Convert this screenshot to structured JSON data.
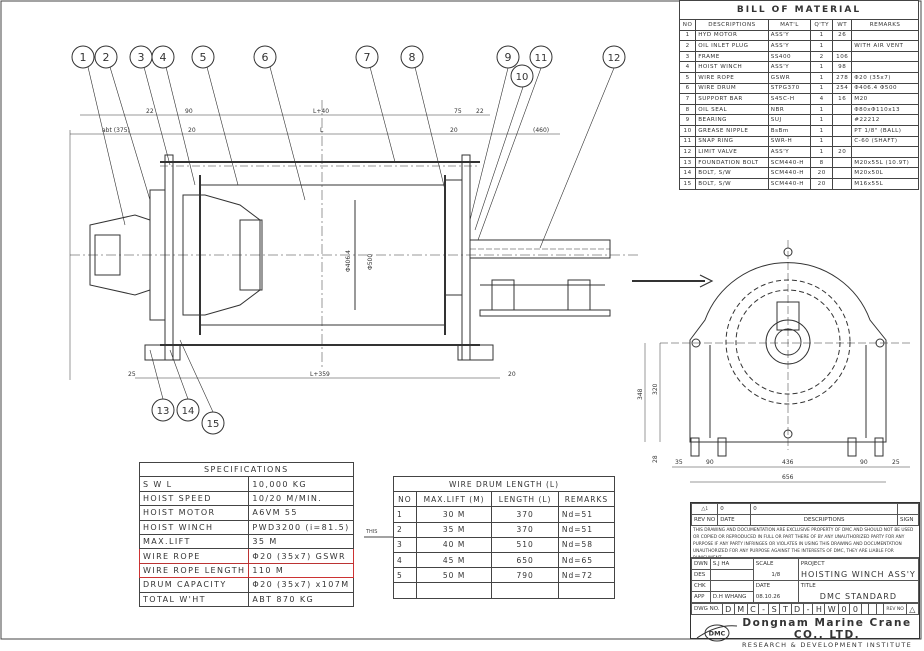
{
  "bom": {
    "title": "BILL OF MATERIAL",
    "headers": [
      "NO",
      "DESCRIPTIONS",
      "MAT'L",
      "Q'TY",
      "WT",
      "REMARKS"
    ],
    "rows": [
      [
        "1",
        "HYD MOTOR",
        "ASS'Y",
        "1",
        "26",
        ""
      ],
      [
        "2",
        "OIL INLET PLUG",
        "ASS'Y",
        "1",
        "",
        "WITH AIR VENT"
      ],
      [
        "3",
        "FRAME",
        "SS400",
        "2",
        "106",
        ""
      ],
      [
        "4",
        "HOIST WINCH",
        "ASS'Y",
        "1",
        "98",
        ""
      ],
      [
        "5",
        "WIRE ROPE",
        "GSWR",
        "1",
        "278",
        "Φ20 (35x7)"
      ],
      [
        "6",
        "WIRE DRUM",
        "STPG370",
        "1",
        "254",
        "Φ406.4 Φ500"
      ],
      [
        "7",
        "SUPPORT BAR",
        "S45C-H",
        "4",
        "16",
        "M20"
      ],
      [
        "8",
        "OIL SEAL",
        "NBR",
        "1",
        "",
        "Φ80xΦ110x13"
      ],
      [
        "9",
        "BEARING",
        "SUJ",
        "1",
        "",
        "#22212"
      ],
      [
        "10",
        "GREASE NIPPLE",
        "BsBm",
        "1",
        "",
        "PT 1/8\" (BALL)"
      ],
      [
        "11",
        "SNAP RING",
        "SWR-H",
        "1",
        "",
        "C-60 (SHAFT)"
      ],
      [
        "12",
        "LIMIT VALVE",
        "ASS'Y",
        "1",
        "20",
        ""
      ],
      [
        "13",
        "FOUNDATION BOLT",
        "SCM440-H",
        "8",
        "",
        "M20x55L (10.9T)"
      ],
      [
        "14",
        "BOLT, S/W",
        "SCM440-H",
        "20",
        "",
        "M20x50L"
      ],
      [
        "15",
        "BOLT, S/W",
        "SCM440-H",
        "20",
        "",
        "M16x55L"
      ]
    ]
  },
  "specifications": {
    "title": "SPECIFICATIONS",
    "rows": [
      {
        "label": "S W L",
        "value": "10,000 KG"
      },
      {
        "label": "HOIST SPEED",
        "value": "10/20 M/MIN."
      },
      {
        "label": "HOIST MOTOR",
        "value": "A6VM 55"
      },
      {
        "label": "HOIST WINCH",
        "value": "PWD3200  (i=81.5)"
      },
      {
        "label": "MAX.LIFT",
        "value": "35 M"
      },
      {
        "label": "WIRE ROPE",
        "value": "Φ20 (35x7)  GSWR"
      },
      {
        "label": "WIRE ROPE LENGTH",
        "value": "110 M"
      },
      {
        "label": "DRUM CAPACITY",
        "value": "Φ20 (35x7) x107M"
      },
      {
        "label": "TOTAL W'HT",
        "value": "ABT 870 KG"
      }
    ],
    "highlight_color": "#c33333"
  },
  "wire_drum_length": {
    "title": "WIRE DRUM LENGTH  (L)",
    "headers": [
      "NO",
      "MAX.LIFT  (M)",
      "LENGTH  (L)",
      "REMARKS"
    ],
    "rows": [
      [
        "1",
        "30 M",
        "370",
        "Nd=51"
      ],
      [
        "2",
        "35 M",
        "370",
        "Nd=51"
      ],
      [
        "3",
        "40 M",
        "510",
        "Nd=58"
      ],
      [
        "4",
        "45 M",
        "650",
        "Nd=65"
      ],
      [
        "5",
        "50 M",
        "790",
        "Nd=72"
      ]
    ],
    "this_label": "THIS"
  },
  "title_block": {
    "rev_no": "0",
    "rev_date": "0",
    "rev_mark": "1",
    "rev_headers": [
      "REV NO",
      "DATE",
      "DESCRIPTIONS",
      "SIGN"
    ],
    "notice": "THIS DRAWING AND DOCUMENTATION ARE EXCLUSIVE PROPERTY OF DMC AND SHOULD NOT BE USED OR COPIED OR REPRODUCED IN FULL OR PART THERE OF BY ANY UNAUTHORIZED PARTY FOR ANY PURPOSE IF ANY PARTY INFRINGES OR VIOLATES IN USING THIS DRAWING AND DOCUMENTATION UNAUTHORIZED FOR ANY PURPOSE AGAINST THE INTERESTS OF DMC, THEY ARE LIABLE FOR PUNISHMENT.",
    "dwn_label": "DWN",
    "dwn": "S.J HA",
    "des_label": "DES",
    "chk_label": "CHK",
    "app_label": "APP",
    "app": "D.H WHANG",
    "scale_label": "SCALE",
    "scale": "1/8",
    "date_label": "DATE",
    "date": "08.10.26",
    "project_label": "PROJECT",
    "project": "HOISTING WINCH ASS'Y",
    "title_label": "TITLE",
    "title": "DMC STANDARD",
    "dwg_no_label": "DWG NO.",
    "dwg_no": [
      "D",
      "M",
      "C",
      "-",
      "S",
      "T",
      "D",
      "-",
      "H",
      "W",
      "0",
      "0"
    ],
    "rev_label": "REV NO",
    "company": "Dongnam Marine Crane CO., LTD.",
    "institute": "RESEARCH & DEVELOPMENT INSTITUTE",
    "logo": "DMC"
  },
  "drawing": {
    "balloons": [
      "1",
      "2",
      "3",
      "4",
      "5",
      "6",
      "7",
      "8",
      "9",
      "10",
      "11",
      "12",
      "13",
      "14",
      "15"
    ],
    "front_dims": {
      "d22a": "22",
      "d90": "90",
      "lplus40": "L+40",
      "d75": "75",
      "d22b": "22",
      "abt375": "abt (375)",
      "d20a": "20",
      "l": "L",
      "d20b": "20",
      "d460": "(460)",
      "phi406": "Φ406.4",
      "phi500": "Φ500",
      "d25": "25",
      "lplus359": "L+359",
      "d20c": "20"
    },
    "side_dims": {
      "h348": "348",
      "h320": "320",
      "h28": "28",
      "w35": "35",
      "w90a": "90",
      "w436": "436",
      "w90b": "90",
      "w25": "25",
      "w656": "656"
    }
  }
}
